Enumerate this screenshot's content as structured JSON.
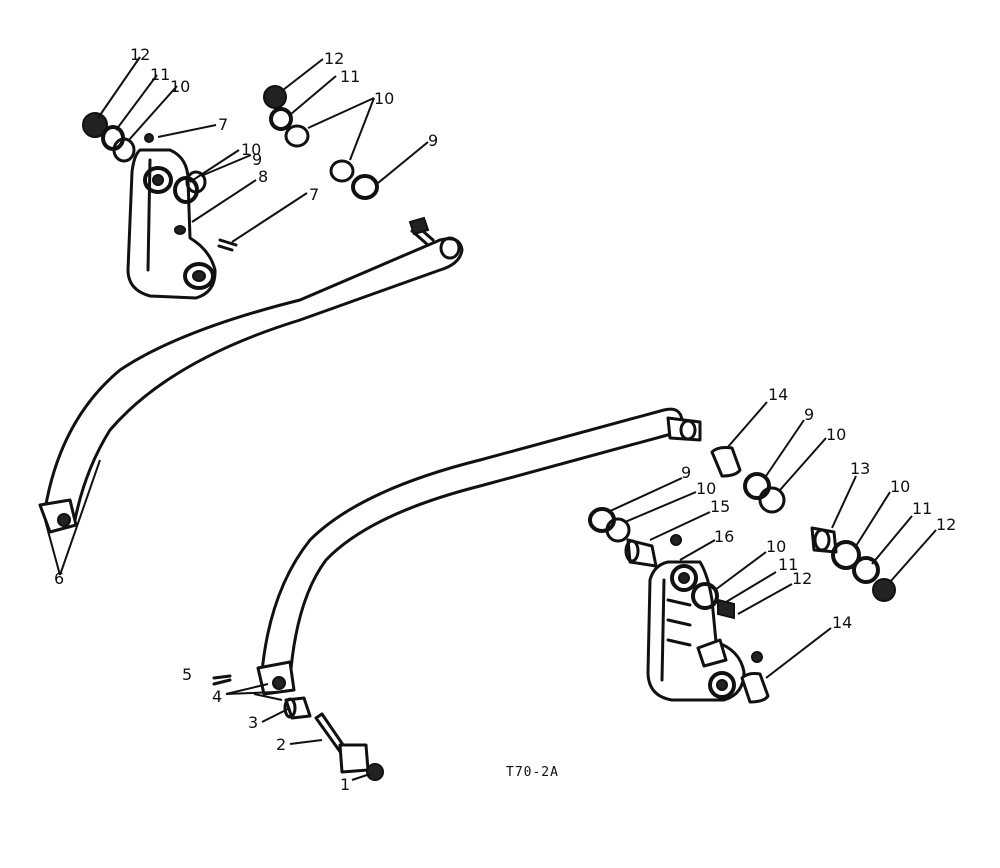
{
  "diagram": {
    "reference_code": "T70-2A",
    "callouts": {
      "c1": "1",
      "c2": "2",
      "c3": "3",
      "c4": "4",
      "c5": "5",
      "c6": "6",
      "c7a": "7",
      "c7b": "7",
      "c8": "8",
      "c9a": "9",
      "c9b": "9",
      "c9c": "9",
      "c9d": "9",
      "c10a": "10",
      "c10b": "10",
      "c10c": "10",
      "c10d": "10",
      "c10e": "10",
      "c10f": "10",
      "c10g": "10",
      "c11a": "11",
      "c11b": "11",
      "c11c": "11",
      "c11d": "11",
      "c12a": "12",
      "c12b": "12",
      "c12c": "12",
      "c12d": "12",
      "c13": "13",
      "c14a": "14",
      "c14b": "14",
      "c15": "15",
      "c16": "16"
    }
  }
}
